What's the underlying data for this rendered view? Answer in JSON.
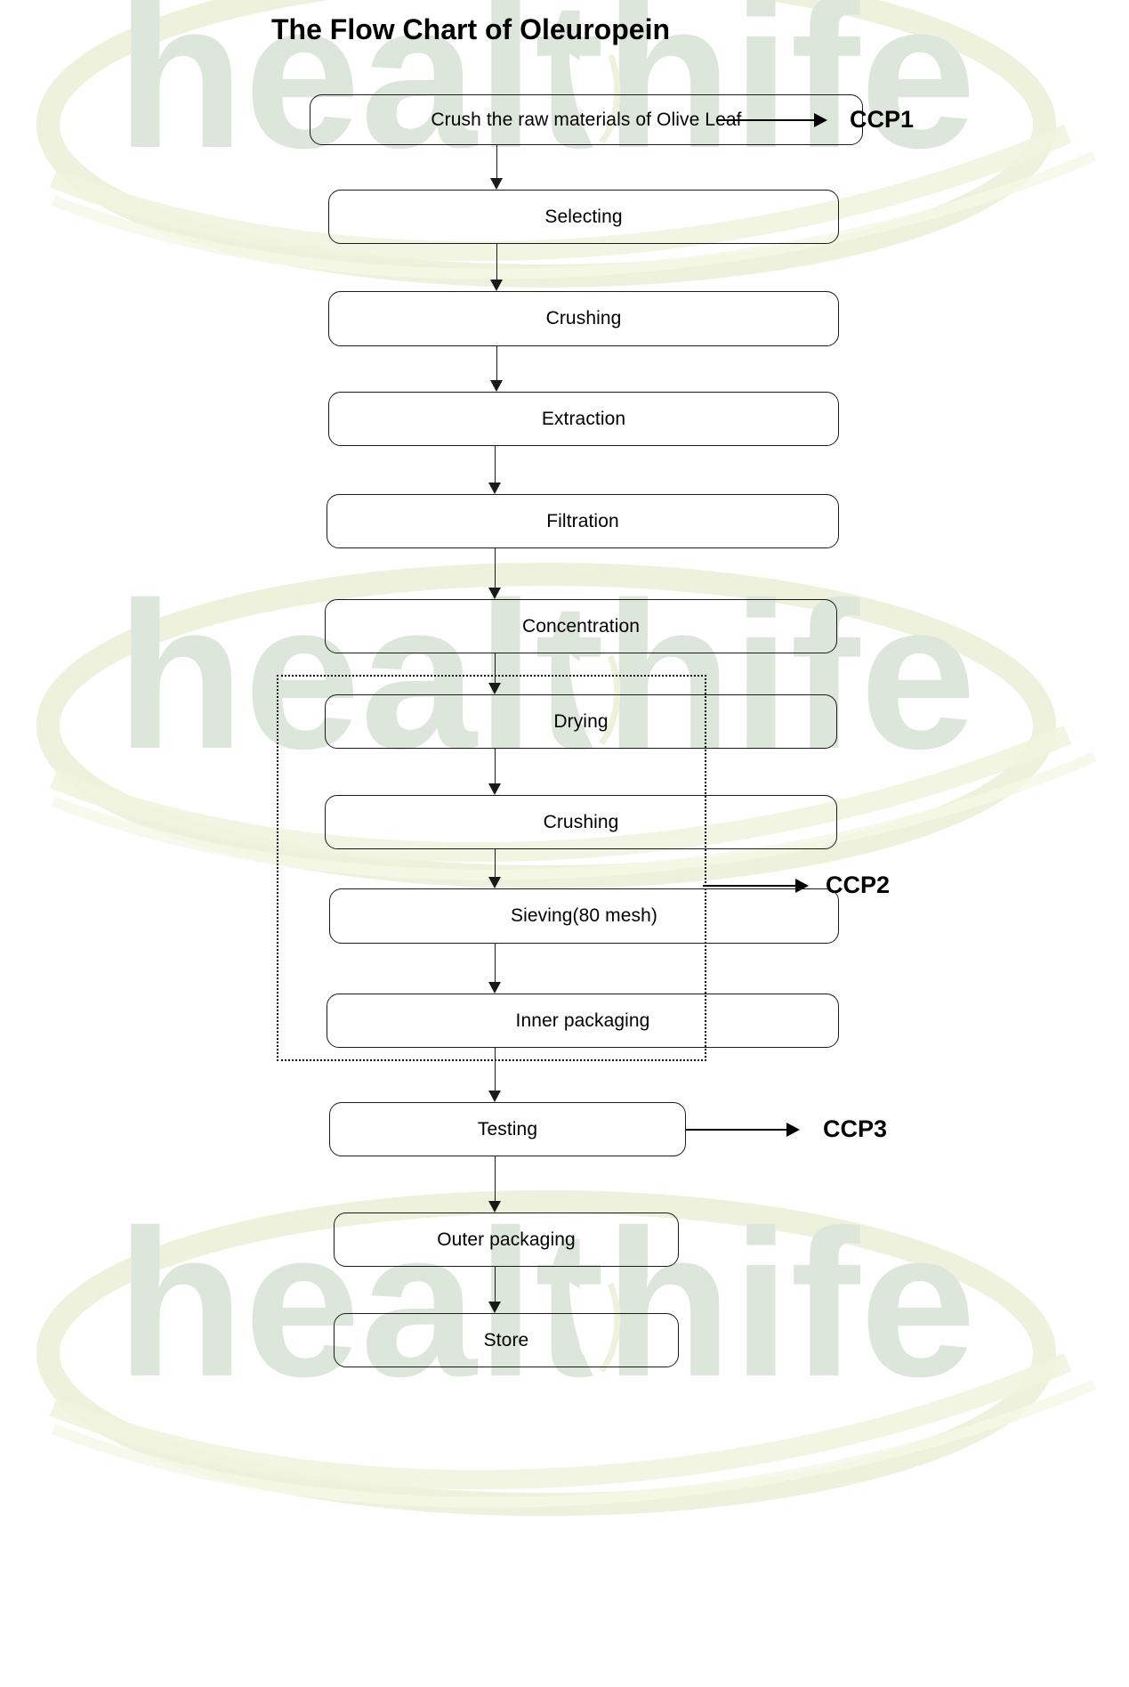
{
  "title": "The Flow Chart of Oleuropein",
  "watermark": {
    "text": "healthife",
    "color": "#dde6da",
    "ring_color": "#eef2dc",
    "swoosh_color": "#edf2d9"
  },
  "chart_data": {
    "type": "diagram",
    "title": "The Flow Chart of Oleuropein",
    "diagram_kind": "process-flowchart",
    "nodes": [
      {
        "id": "n1",
        "label": "Crush the raw materials of Olive Leaf"
      },
      {
        "id": "n2",
        "label": "Selecting"
      },
      {
        "id": "n3",
        "label": "Crushing"
      },
      {
        "id": "n4",
        "label": "Extraction"
      },
      {
        "id": "n5",
        "label": "Filtration"
      },
      {
        "id": "n6",
        "label": "Concentration"
      },
      {
        "id": "n7",
        "label": "Drying"
      },
      {
        "id": "n8",
        "label": "Crushing"
      },
      {
        "id": "n9",
        "label": "Sieving(80 mesh)"
      },
      {
        "id": "n10",
        "label": "Inner packaging"
      },
      {
        "id": "n11",
        "label": "Testing"
      },
      {
        "id": "n12",
        "label": "Outer packaging"
      },
      {
        "id": "n13",
        "label": "Store"
      }
    ],
    "edges": [
      {
        "from": "n1",
        "to": "n2"
      },
      {
        "from": "n2",
        "to": "n3"
      },
      {
        "from": "n3",
        "to": "n4"
      },
      {
        "from": "n4",
        "to": "n5"
      },
      {
        "from": "n5",
        "to": "n6"
      },
      {
        "from": "n6",
        "to": "n7"
      },
      {
        "from": "n7",
        "to": "n8"
      },
      {
        "from": "n8",
        "to": "n9"
      },
      {
        "from": "n9",
        "to": "n10"
      },
      {
        "from": "n10",
        "to": "n11"
      },
      {
        "from": "n11",
        "to": "n12"
      },
      {
        "from": "n12",
        "to": "n13"
      }
    ],
    "annotations": [
      {
        "id": "ccp1",
        "label": "CCP1",
        "points_from": "n1"
      },
      {
        "id": "ccp2",
        "label": "CCP2",
        "points_from": "clean-area-group"
      },
      {
        "id": "ccp3",
        "label": "CCP3",
        "points_from": "n11"
      }
    ],
    "groups": [
      {
        "id": "clean-area-group",
        "style": "dotted",
        "contains": [
          "n7",
          "n8",
          "n9",
          "n10"
        ]
      }
    ]
  },
  "nodes": {
    "n1": "Crush the raw materials of Olive Leaf",
    "n2": "Selecting",
    "n3": "Crushing",
    "n4": "Extraction",
    "n5": "Filtration",
    "n6": "Concentration",
    "n7": "Drying",
    "n8": "Crushing",
    "n9": "Sieving(80 mesh)",
    "n10": "Inner packaging",
    "n11": "Testing",
    "n12": "Outer packaging",
    "n13": "Store"
  },
  "ccp": {
    "ccp1": "CCP1",
    "ccp2": "CCP2",
    "ccp3": "CCP3"
  }
}
